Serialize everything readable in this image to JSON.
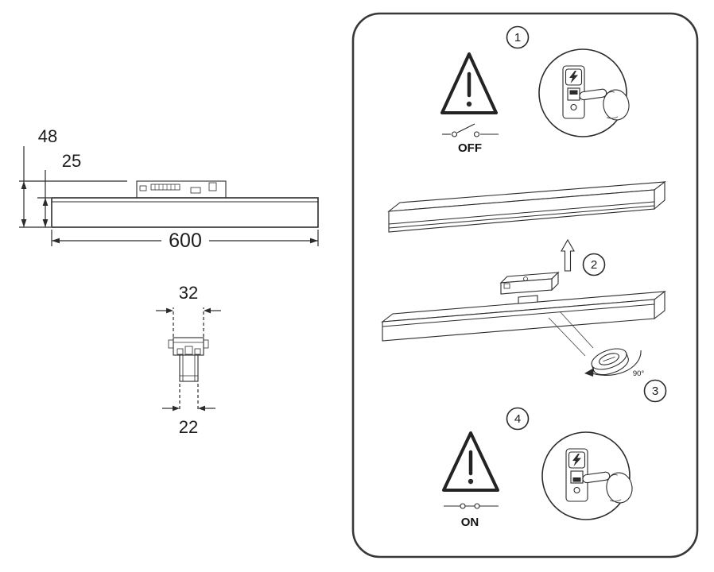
{
  "colors": {
    "line": "#2b2b2b",
    "panel_border": "#383838",
    "background": "#ffffff"
  },
  "dimensions": {
    "overall_height": "48",
    "bar_height": "25",
    "bar_length": "600",
    "connector_top_width": "32",
    "connector_bottom_width": "22"
  },
  "steps": {
    "step1": {
      "number": "1",
      "switch_label": "OFF"
    },
    "step2": {
      "number": "2"
    },
    "step3": {
      "number": "3",
      "angle_label": "90°"
    },
    "step4": {
      "number": "4",
      "switch_label": "ON"
    }
  },
  "icons": [
    "warning-triangle-icon",
    "switch-open-icon",
    "switch-closed-icon",
    "power-switch-panel-icon",
    "lightning-icon",
    "hand-press-icon",
    "up-arrow-icon",
    "rotate-90-arrow-icon",
    "track-rail-icon",
    "fixture-with-adapter-icon",
    "adapter-knob-icon",
    "track-connector-icon",
    "track-adapter-top-icon",
    "light-bar-icon"
  ]
}
